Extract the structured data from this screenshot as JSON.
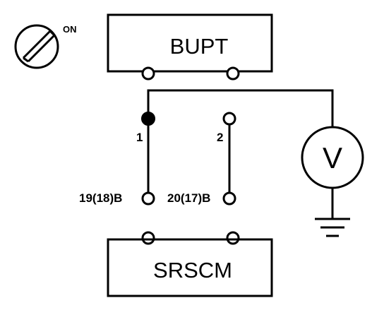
{
  "ignition_switch": {
    "state_label": "ON"
  },
  "modules": {
    "top": {
      "label": "BUPT"
    },
    "bottom": {
      "label": "SRSCM"
    }
  },
  "pins": {
    "bupt_pin_1": "1",
    "bupt_pin_2": "2",
    "srscm_pin_left": "19(18)B",
    "srscm_pin_right": "20(17)B"
  },
  "meter": {
    "symbol": "V"
  }
}
